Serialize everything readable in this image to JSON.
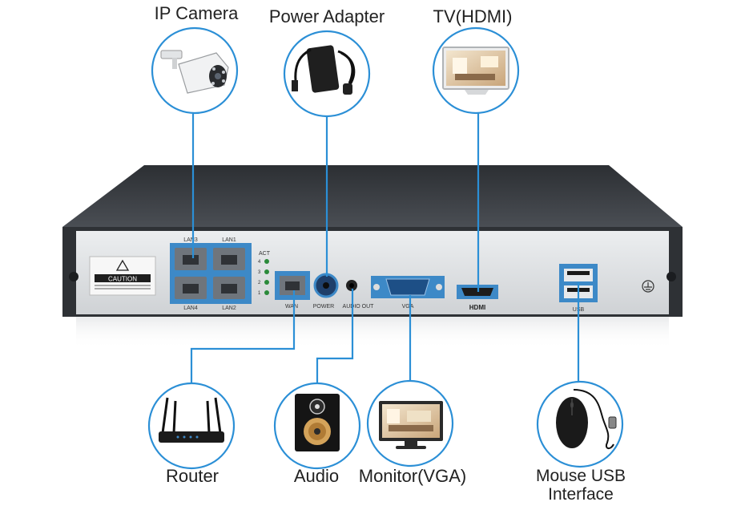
{
  "peripherals": {
    "ip_camera": "IP Camera",
    "power_adapter": "Power Adapter",
    "tv_hdmi": "TV(HDMI)",
    "router": "Router",
    "audio": "Audio",
    "monitor_vga": "Monitor(VGA)",
    "mouse_usb_line1": "Mouse USB",
    "mouse_usb_line2": "Interface"
  },
  "device_panel": {
    "caution": "CAUTION",
    "lan3": "LAN3",
    "lan1": "LAN1",
    "lan4": "LAN4",
    "lan2": "LAN2",
    "act": "ACT",
    "act_numbers": [
      "4",
      "3",
      "2",
      "1"
    ],
    "wan": "WAN",
    "power": "POWER",
    "audio_out": "AUDIO OUT",
    "vga": "VGA",
    "hdmi": "HDMI",
    "usb": "USB"
  },
  "colors": {
    "accent_line": "#2b8fd6",
    "chassis_top": "#3a3d42",
    "panel": "#d9dbdd"
  }
}
